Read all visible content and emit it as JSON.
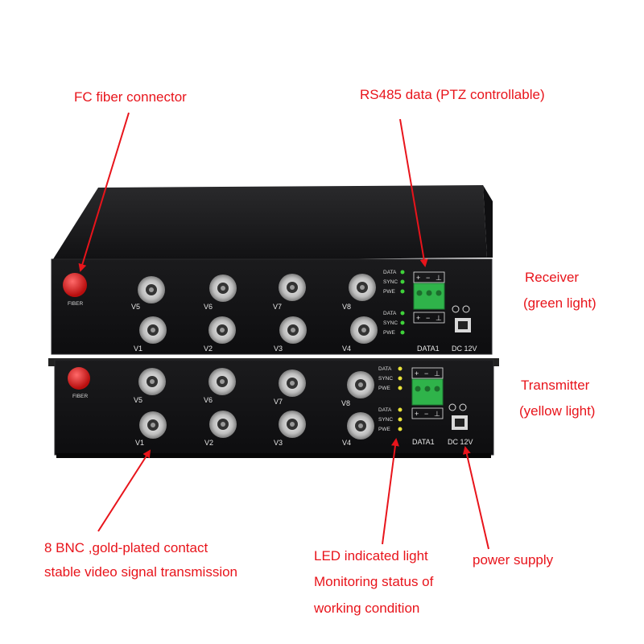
{
  "annotations": {
    "fc_fiber": "FC fiber connector",
    "rs485": "RS485 data (PTZ controllable)",
    "receiver_line1": "Receiver",
    "receiver_line2": "(green light)",
    "transmitter_line1": "Transmitter",
    "transmitter_line2": "(yellow light)",
    "bnc_line1": "8 BNC ,gold-plated contact",
    "bnc_line2": "stable video signal transmission",
    "led_line1": "LED indicated light",
    "led_line2": "Monitoring status of",
    "led_line3": "working condition",
    "power": "power supply"
  },
  "device_labels": {
    "fiber": "FIBER",
    "channels_top": [
      "V5",
      "V6",
      "V7",
      "V8"
    ],
    "channels_bottom": [
      "V1",
      "V2",
      "V3",
      "V4"
    ],
    "led_labels": [
      "DATA",
      "SYNC",
      "PWE"
    ],
    "data_port": "DATA1",
    "dc": "DC 12V",
    "terminal_signs": [
      "+",
      "−",
      "⊥"
    ]
  },
  "colors": {
    "annotation_text": "#e8141b",
    "receiver_led": "#3fd23a",
    "transmitter_led": "#e8e23a",
    "terminal_block": "#2fb34a",
    "fiber_cap": "#e01a1a"
  }
}
